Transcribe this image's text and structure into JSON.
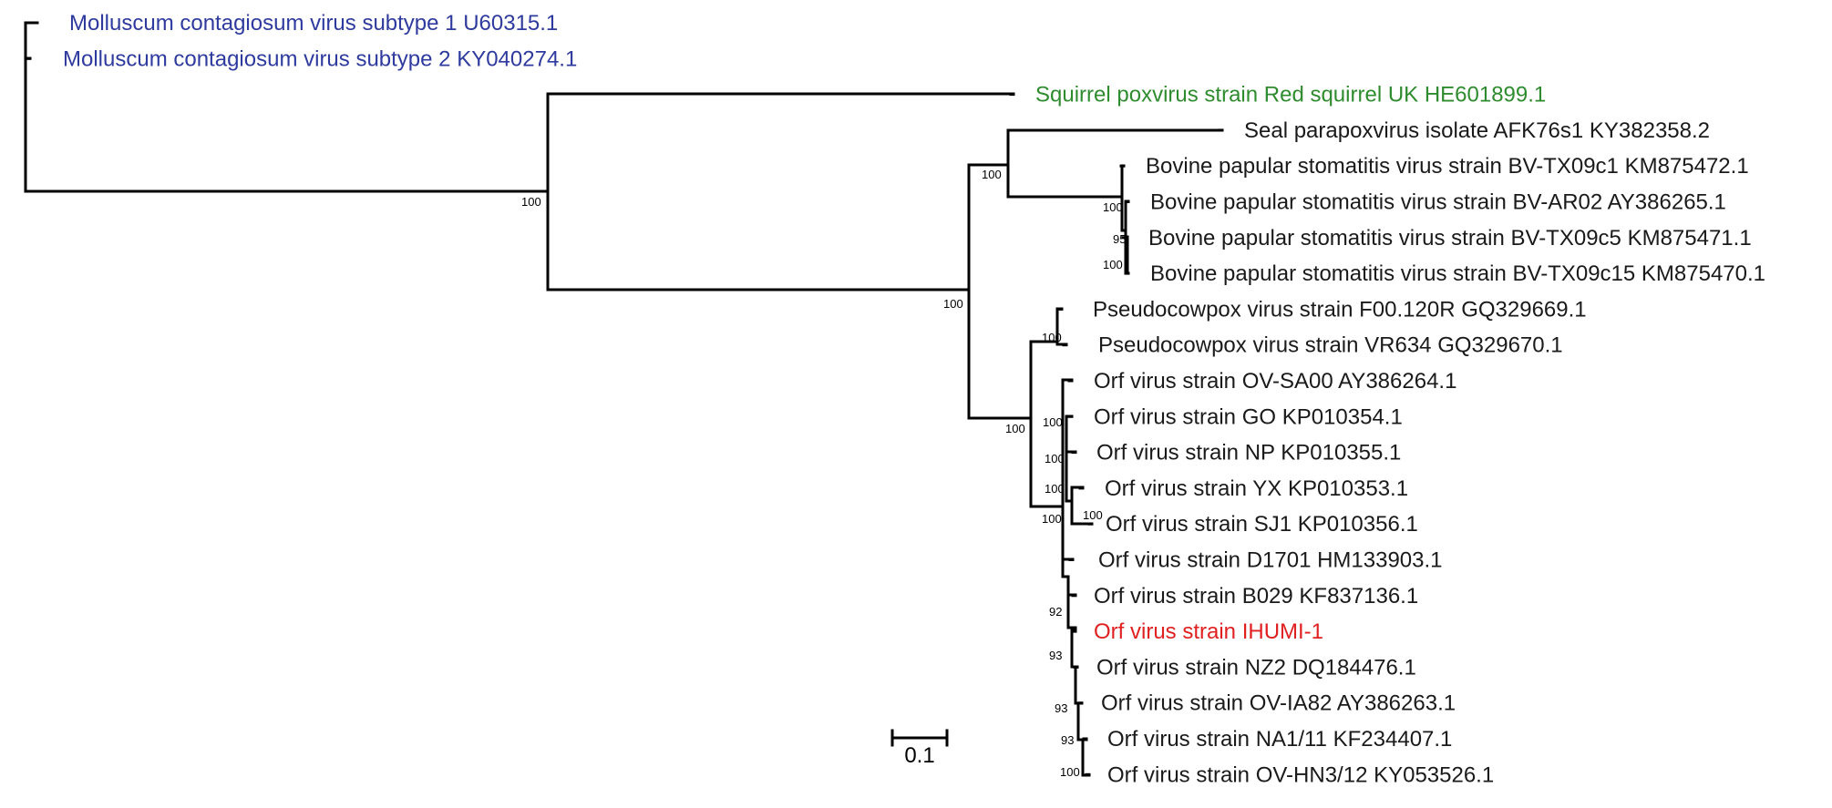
{
  "colors": {
    "molluscum": "#2e3a9e",
    "squirrel": "#2e8b2e",
    "highlight": "#e02020",
    "default": "#1a1a1a"
  },
  "leaves": [
    {
      "label": "Molluscum contagiosum virus subtype 1 U60315.1",
      "group": "molluscum"
    },
    {
      "label": "Molluscum contagiosum virus subtype 2 KY040274.1",
      "group": "molluscum"
    },
    {
      "label": "Squirrel poxvirus strain Red squirrel UK HE601899.1",
      "group": "squirrel"
    },
    {
      "label": "Seal parapoxvirus isolate AFK76s1 KY382358.2",
      "group": "default"
    },
    {
      "label": "Bovine papular stomatitis virus strain BV-TX09c1 KM875472.1",
      "group": "default"
    },
    {
      "label": "Bovine papular stomatitis virus strain BV-AR02 AY386265.1",
      "group": "default"
    },
    {
      "label": "Bovine papular stomatitis virus strain BV-TX09c5 KM875471.1",
      "group": "default"
    },
    {
      "label": "Bovine papular stomatitis virus strain BV-TX09c15 KM875470.1",
      "group": "default"
    },
    {
      "label": "Pseudocowpox virus strain F00.120R GQ329669.1",
      "group": "default"
    },
    {
      "label": "Pseudocowpox virus strain VR634 GQ329670.1",
      "group": "default"
    },
    {
      "label": "Orf virus strain OV-SA00 AY386264.1",
      "group": "default"
    },
    {
      "label": "Orf virus strain GO KP010354.1",
      "group": "default"
    },
    {
      "label": "Orf virus strain NP KP010355.1",
      "group": "default"
    },
    {
      "label": "Orf virus strain YX KP010353.1",
      "group": "default"
    },
    {
      "label": "Orf virus strain SJ1 KP010356.1",
      "group": "default"
    },
    {
      "label": "Orf virus strain D1701 HM133903.1",
      "group": "default"
    },
    {
      "label": "Orf virus strain B029 KF837136.1",
      "group": "default"
    },
    {
      "label": "Orf virus strain IHUMI-1",
      "group": "highlight"
    },
    {
      "label": "Orf virus strain NZ2 DQ184476.1",
      "group": "default"
    },
    {
      "label": "Orf virus strain OV-IA82 AY386263.1",
      "group": "default"
    },
    {
      "label": "Orf virus strain NA1/11 KF234407.1",
      "group": "default"
    },
    {
      "label": "Orf virus strain OV-HN3/12 KY053526.1",
      "group": "default"
    }
  ],
  "bootstrap_values": [
    "100",
    "100",
    "100",
    "100",
    "95",
    "100",
    "100",
    "100",
    "100",
    "100",
    "100",
    "100",
    "100",
    "92",
    "93",
    "93",
    "93",
    "100"
  ],
  "scale_bar": {
    "label": "0.1",
    "length": 0.1
  }
}
